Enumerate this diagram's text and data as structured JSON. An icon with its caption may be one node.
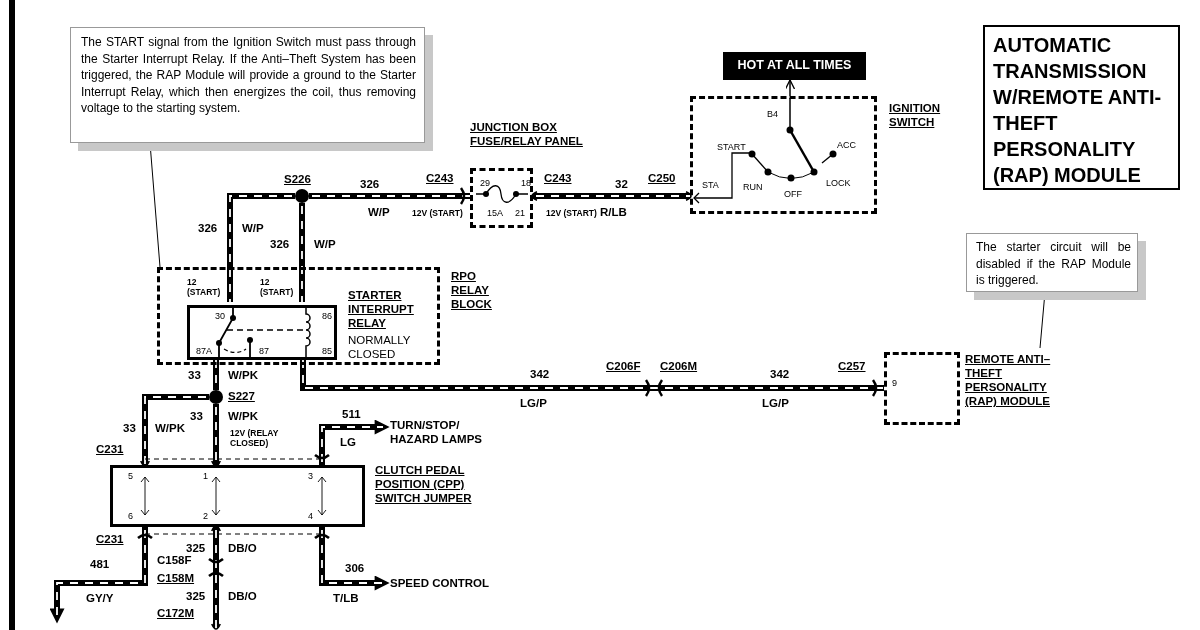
{
  "diagram": {
    "nodes": [
      {
        "text": [
          "The START signal from the Ignition Switch must pass through the Starter Interrupt Relay. If the Anti–Theft System has been triggered, the RAP Module will provide a ground to the Starter Interrupt Relay, which then energizes the coil, thus removing voltage to the starting system."
        ]
      },
      {
        "text": [
          "AUTOMATIC TRANSMISSION W/REMOTE ANTI-THEFT PERSONALITY (RAP) MODULE"
        ]
      },
      {
        "text": [
          "HOT AT ALL TIMES"
        ]
      },
      {
        "text": [
          "JUNCTION BOX FUSE/RELAY PANEL",
          "29",
          "18",
          "15A",
          "21"
        ]
      },
      {
        "text": [
          "IGNITION SWITCH",
          "B4",
          "START",
          "ACC",
          "STA",
          "RUN",
          "OFF",
          "LOCK"
        ]
      },
      {
        "text": [
          "12 (START)",
          "12 (START)",
          "RPO RELAY BLOCK"
        ]
      },
      {
        "text": [
          "STARTER INTERRUPT RELAY",
          "NORMALLY CLOSED",
          "30",
          "86",
          "87A",
          "87",
          "85"
        ],
        "in": 5
      },
      {
        "text": [
          "9",
          "REMOTE ANTI–THEFT PERSONALITY (RAP) MODULE"
        ]
      },
      {
        "text": [
          "The starter circuit will be disabled if the RAP Module is triggered."
        ]
      },
      {
        "text": [
          "CLUTCH PEDAL POSITION (CPP) SWITCH JUMPER",
          "5",
          "1",
          "3",
          "6",
          "2",
          "4"
        ]
      },
      {
        "text": [],
        "shape": "circle",
        "beside": [
          "S226"
        ]
      },
      {
        "text": [],
        "shape": "circle",
        "beside": [
          "S227"
        ]
      },
      {
        "text": [
          "TURN/STOP/ HAZARD LAMPS"
        ]
      },
      {
        "text": [
          "SPEED CONTROL"
        ]
      }
    ],
    "edges": [
      {
        "from": 0,
        "to": 5,
        "arrow": "none"
      },
      {
        "from": 8,
        "to": 7,
        "arrow": "none"
      },
      {
        "from": 4,
        "to": 2,
        "arrow": "to"
      },
      {
        "from": 3,
        "to": 4,
        "arrow": "other",
        "label": "32"
      },
      {
        "from": 10,
        "to": 3,
        "arrow": "none",
        "label": "326"
      },
      {
        "from": 10,
        "to": 6,
        "arrow": "none",
        "label": "326"
      },
      {
        "from": 10,
        "to": 6,
        "arrow": "none",
        "label": "326"
      },
      {
        "from": 6,
        "to": 11,
        "arrow": "none",
        "label": "33"
      },
      {
        "from": 6,
        "to": 7,
        "arrow": "none",
        "label": "342"
      },
      {
        "from": 11,
        "to": 9,
        "arrow": "other",
        "label": "33"
      },
      {
        "from": 11,
        "to": 9,
        "arrow": "other",
        "label": "33"
      },
      {
        "from": 9,
        "to": 12,
        "arrow": "to",
        "label": "511"
      },
      {
        "from": 9,
        "to": 13,
        "arrow": "to",
        "label": "306"
      },
      {
        "from": 9,
        "to": null,
        "arrow": "to",
        "label": "481"
      },
      {
        "from": 9,
        "to": null,
        "arrow": "other",
        "label": "325"
      }
    ],
    "labels": [
      "C243",
      "C243",
      "C250",
      "W/P",
      "12V (START)",
      "12V (START)",
      "R/LB",
      "W/P",
      "W/P",
      "C206F",
      "C206M",
      "C257",
      "W/PK",
      "342",
      "LG/P",
      "LG/P",
      "W/PK",
      "W/PK",
      "12V (RELAY CLOSED)",
      "LG",
      "C231",
      "C231",
      "DB/O",
      "C158F",
      "C158M",
      "GY/Y",
      "325",
      "DB/O",
      "T/LB",
      "C172M"
    ]
  }
}
